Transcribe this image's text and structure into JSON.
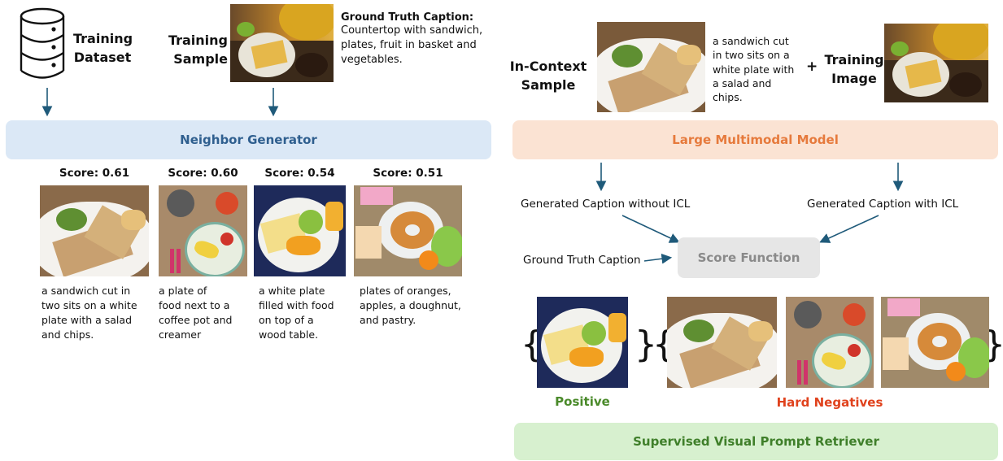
{
  "left": {
    "dataset_label": "Training\nDataset",
    "sample_label": "Training\nSample",
    "gt_title": "Ground Truth Caption:",
    "gt_text": "Countertop with sandwich,\nplates, fruit in basket and\nvegetables.",
    "generator_label": "Neighbor Generator",
    "neighbors": [
      {
        "score": "Score: 0.61",
        "caption": "a sandwich cut in\ntwo sits on a white\nplate with a salad\nand chips."
      },
      {
        "score": "Score: 0.60",
        "caption": "a plate of\nfood next to a\ncoffee pot and\ncreamer"
      },
      {
        "score": "Score: 0.54",
        "caption": "a white plate\nfilled with food\non top of a\nwood table."
      },
      {
        "score": "Score: 0.51",
        "caption": "plates of oranges,\napples, a doughnut,\nand pastry."
      }
    ]
  },
  "right": {
    "incontext_label": "In-Context\nSample",
    "incontext_caption": "a sandwich cut\nin two sits on a\nwhite plate with\na salad and\nchips.",
    "plus": "+",
    "training_image_label": "Training\nImage",
    "lmm_label": "Large Multimodal Model",
    "without_icl": "Generated Caption without ICL",
    "with_icl": "Generated Caption with ICL",
    "gt_caption_label": "Ground Truth Caption",
    "score_function": "Score Function",
    "positive_label": "Positive",
    "hard_negatives_label": "Hard Negatives",
    "retriever_label": "Supervised Visual Prompt Retriever",
    "brace_open": "{",
    "brace_close": "}"
  },
  "colors": {
    "generator_bg": "#dbe8f6",
    "generator_text": "#2f5f8f",
    "lmm_bg": "#fbe3d3",
    "lmm_text": "#e67a3c",
    "score_bg": "#e6e6e6",
    "score_text": "#8a8a8a",
    "retriever_bg": "#d7f0cf",
    "retriever_text": "#3f7f2a",
    "positive": "#4a8a2a",
    "hard_negatives": "#e0421d",
    "arrow": "#1f5a7a"
  }
}
